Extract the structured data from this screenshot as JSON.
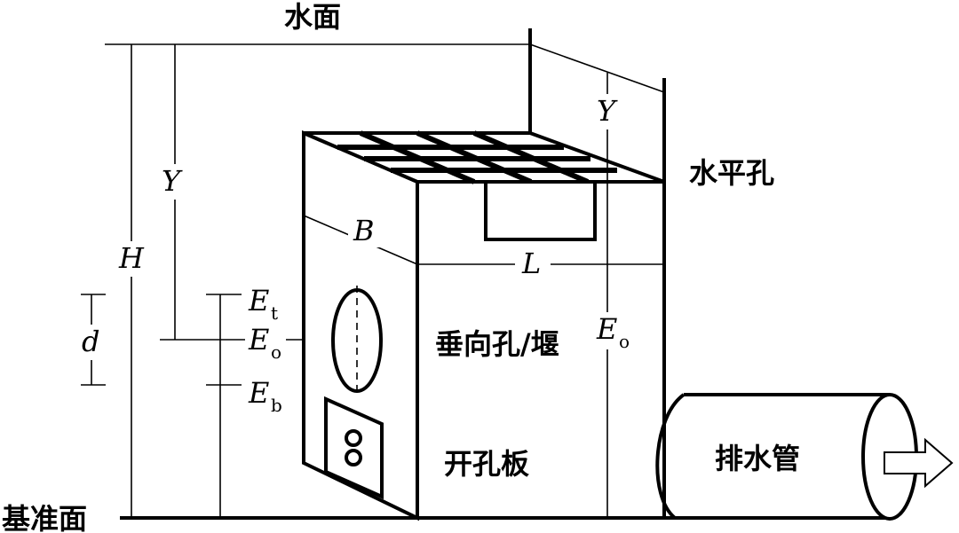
{
  "labels": {
    "water_surface": "水面",
    "horizontal_orifice": "水平孔",
    "vertical_orifice_weir": "垂向孔/堰",
    "perforated_plate": "开孔板",
    "drain_pipe": "排水管",
    "datum": "基准面"
  },
  "symbols": {
    "Y": "Y",
    "H": "H",
    "d": "d",
    "B": "B",
    "L": "L",
    "E": "E",
    "sub_t": "t",
    "sub_o": "o",
    "sub_b": "b"
  }
}
